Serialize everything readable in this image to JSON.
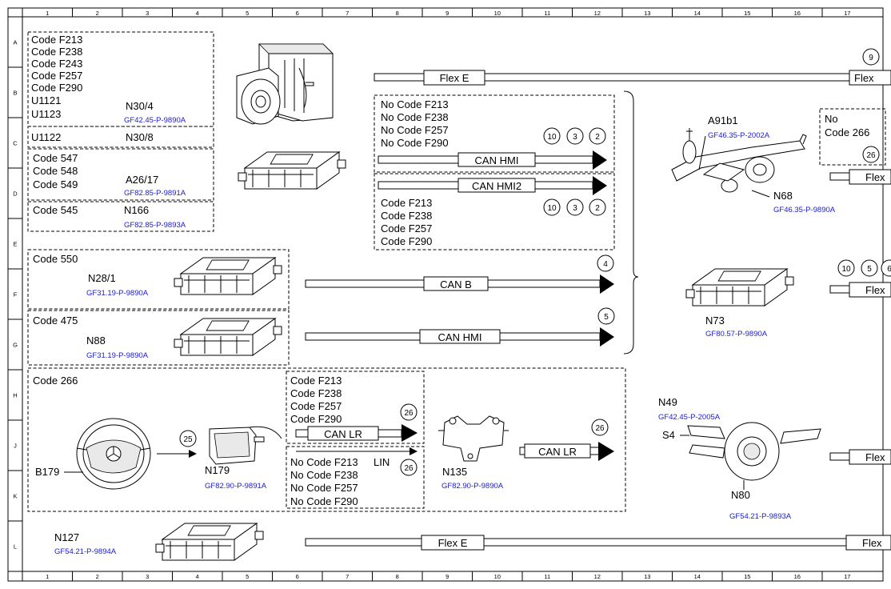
{
  "grid": {
    "columns": [
      "1",
      "2",
      "3",
      "4",
      "5",
      "6",
      "7",
      "8",
      "9",
      "10",
      "11",
      "12",
      "13",
      "14",
      "15",
      "16",
      "17"
    ],
    "rows": [
      "A",
      "B",
      "C",
      "D",
      "E",
      "F",
      "G",
      "H",
      "J",
      "K",
      "L"
    ]
  },
  "groups": {
    "n30_4": {
      "codes": [
        "Code F213",
        "Code F238",
        "Code F243",
        "Code F257",
        "Code F290",
        "U1121",
        "U1123"
      ],
      "name": "N30/4",
      "ref": "GF42.45-P-9890A"
    },
    "n30_8": {
      "codes": [
        "U1122"
      ],
      "name": "N30/8"
    },
    "a26_17": {
      "codes": [
        "Code 547",
        "Code 548",
        "Code 549"
      ],
      "name": "A26/17",
      "ref": "GF82.85-P-9891A"
    },
    "n166": {
      "codes": [
        "Code 545"
      ],
      "name": "N166",
      "ref": "GF82.85-P-9893A"
    },
    "n28_1": {
      "codes": [
        "Code 550"
      ],
      "name": "N28/1",
      "ref": "GF31.19-P-9890A"
    },
    "n88": {
      "codes": [
        "Code 475"
      ],
      "name": "N88",
      "ref": "GF31.19-P-9890A"
    },
    "code266": {
      "code": "Code 266"
    },
    "b179": {
      "name": "B179"
    },
    "n179": {
      "name": "N179",
      "ref": "GF82.90-P-9891A"
    },
    "canlr_top": {
      "codes": [
        "Code F213",
        "Code F238",
        "Code F257",
        "Code F290"
      ]
    },
    "canlr_bottom": {
      "codes": [
        "No Code F213",
        "No Code F238",
        "No Code F257",
        "No Code F290"
      ],
      "lin": "LIN"
    },
    "n135": {
      "name": "N135",
      "ref": "GF82.90-P-9890A"
    },
    "can_hmi_no": {
      "codes": [
        "No Code F213",
        "No Code F238",
        "No Code F257",
        "No Code F290"
      ]
    },
    "can_hmi2": {
      "codes": [
        "Code F213",
        "Code F238",
        "Code F257",
        "Code F290"
      ]
    },
    "n127": {
      "name": "N127",
      "ref": "GF54.21-P-9894A"
    },
    "a91b1": {
      "name": "A91b1",
      "ref": "GF46.35-P-2002A"
    },
    "n68": {
      "name": "N68",
      "ref": "GF46.35-P-9890A"
    },
    "no266": {
      "line1": "No",
      "line2": "Code 266"
    },
    "n73": {
      "name": "N73",
      "ref": "GF80.57-P-9890A"
    },
    "n49": {
      "name": "N49",
      "ref": "GF42.45-P-2005A"
    },
    "s4": {
      "name": "S4"
    },
    "n80": {
      "name": "N80",
      "ref": "GF54.21-P-9893A"
    }
  },
  "buses": {
    "flex_e_top": "Flex E",
    "flex_right_b": "Flex",
    "can_hmi": "CAN HMI",
    "can_hmi2": "CAN HMI2",
    "can_b": "CAN B",
    "can_hmi_g": "CAN HMI",
    "can_lr_1": "CAN LR",
    "can_lr_2": "CAN LR",
    "flex_d": "Flex",
    "flex_f": "Flex",
    "flex_j": "Flex",
    "flex_e_bottom": "Flex E",
    "flex_l": "Flex"
  },
  "circles": {
    "c9": "9",
    "hmi_a": "10",
    "hmi_b": "3",
    "hmi_c": "2",
    "hmi2_a": "10",
    "hmi2_b": "3",
    "hmi2_c": "2",
    "canb": "4",
    "canhmi_g": "5",
    "c26_no266": "26",
    "f_a": "10",
    "f_b": "5",
    "f_c": "6",
    "c25": "25",
    "lr_top": "26",
    "lr_lin": "26",
    "lr_n135": "26"
  },
  "colors": {
    "ref_text": "#1a1ad6",
    "line": "#000000"
  }
}
